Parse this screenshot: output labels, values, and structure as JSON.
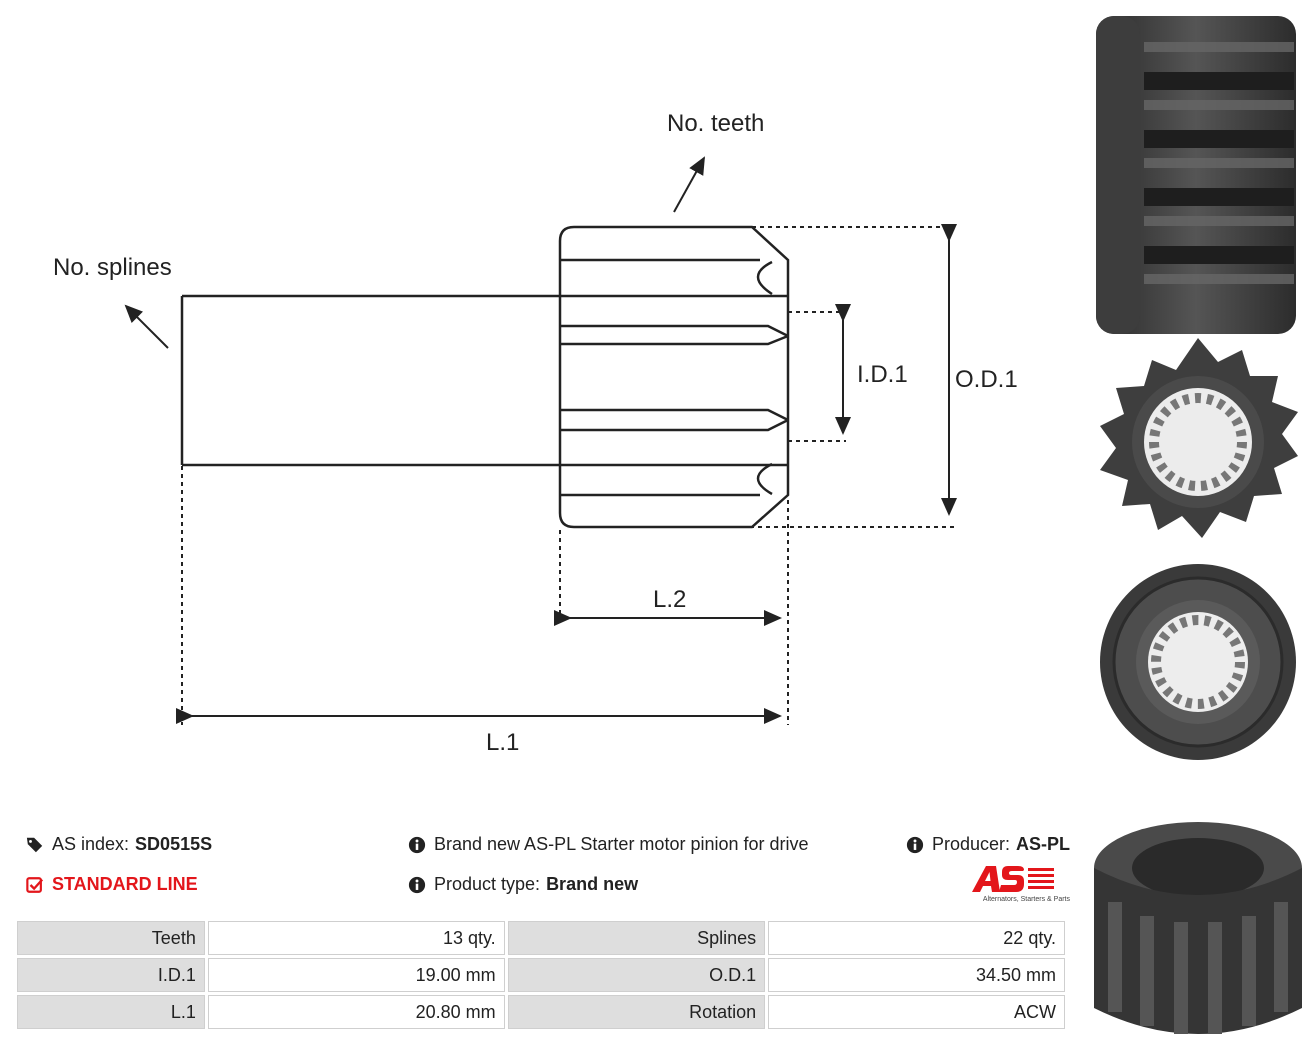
{
  "diagram": {
    "label_no_teeth": "No. teeth",
    "label_no_splines": "No. splines",
    "label_id1": "I.D.1",
    "label_od1": "O.D.1",
    "label_l2": "L.2",
    "label_l1": "L.1"
  },
  "info": {
    "as_index_label": "AS index:",
    "as_index_value": "SD0515S",
    "line": "STANDARD LINE",
    "description": "Brand new AS-PL Starter motor pinion for drive",
    "product_type_label": "Product type:",
    "product_type_value": "Brand new",
    "producer_label": "Producer:",
    "producer_value": "AS-PL"
  },
  "logo": {
    "tagline": "Alternators, Starters & Parts"
  },
  "specs": [
    [
      {
        "k": "Teeth",
        "v": "13 qty."
      },
      {
        "k": "Splines",
        "v": "22 qty."
      }
    ],
    [
      {
        "k": "I.D.1",
        "v": "19.00 mm"
      },
      {
        "k": "O.D.1",
        "v": "34.50 mm"
      }
    ],
    [
      {
        "k": "L.1",
        "v": "20.80 mm"
      },
      {
        "k": "Rotation",
        "v": "ACW"
      }
    ]
  ],
  "colors": {
    "accent_red": "#e3161b",
    "gear_dark": "#3a3a3a",
    "key_cell": "#dedede"
  },
  "icons": [
    "tags-icon",
    "check-square-icon",
    "info-icon"
  ]
}
